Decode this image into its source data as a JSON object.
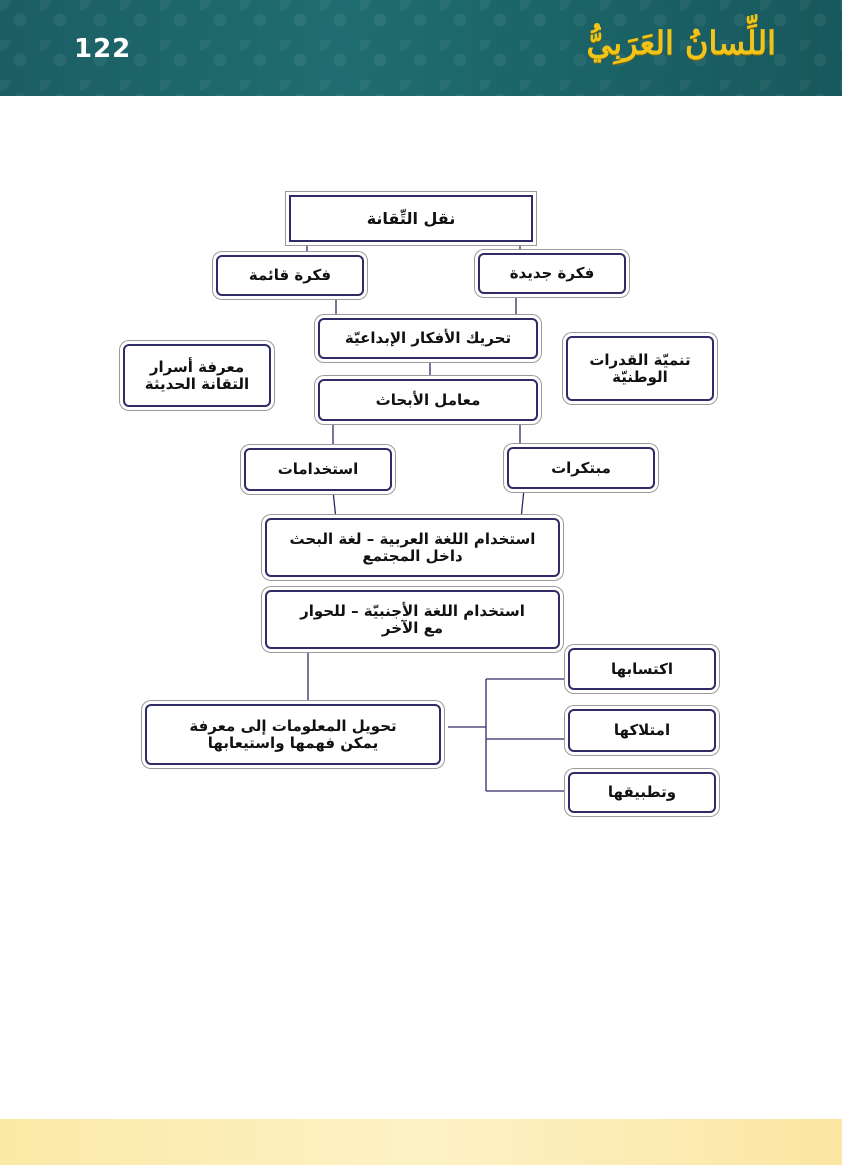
{
  "header": {
    "page_number": "122",
    "logo_text": "اللِّسانُ العَرَبِيُّ"
  },
  "diagram": {
    "nodes": {
      "transfer": "نقل التِّقانة",
      "existing_idea": "فكرة قائمة",
      "new_idea": "فكرة جديدة",
      "stimulate": "تحريك الأفكار الإبداعيّة",
      "secrets": "معرفة أسرار التقانة الحديثة",
      "national": "تنميّة القدرات الوطنيّة",
      "labs": "معامل الأبحاث",
      "uses": "استخدامات",
      "innovations": "مبتكرات",
      "arabic": "استخدام اللغة العربية – لغة البحث داخل المجتمع",
      "foreign": "استخدام اللغة الأجنبيّة – للحوار مع الآخر",
      "convert": "تحويل المعلومات إلى معرفة يمكن فهمها واستيعابها",
      "acquire": "اكتسابها",
      "own": "امتلاكها",
      "apply": "وتطبيقها"
    }
  },
  "colors": {
    "header": "#1f6d70",
    "accent": "#f2c419",
    "node_border": "#2e2b66",
    "footer": "#fdf2c6"
  }
}
